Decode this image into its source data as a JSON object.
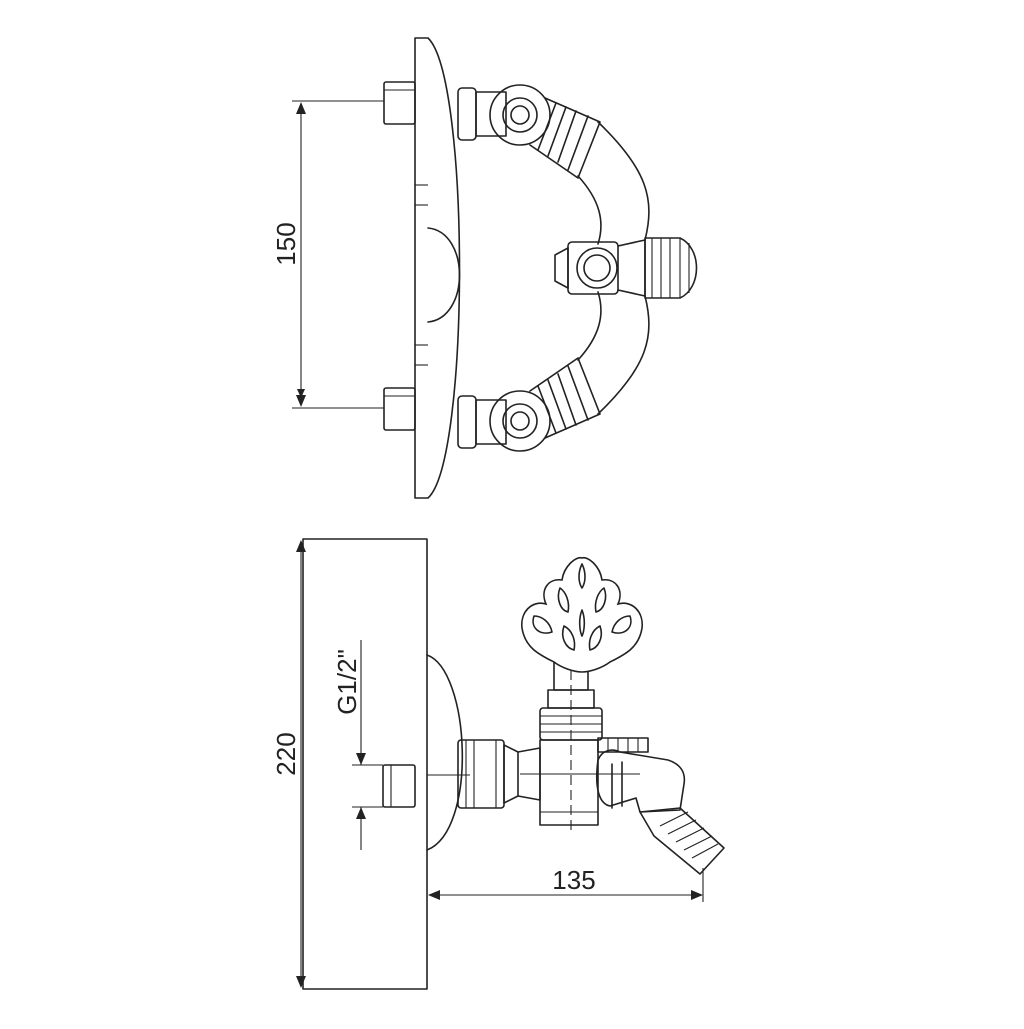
{
  "dimensions": {
    "top_height": "150",
    "bottom_height": "220",
    "projection": "135",
    "thread": "G1/2\""
  },
  "colors": {
    "line": "#222222",
    "background": "#ffffff"
  }
}
